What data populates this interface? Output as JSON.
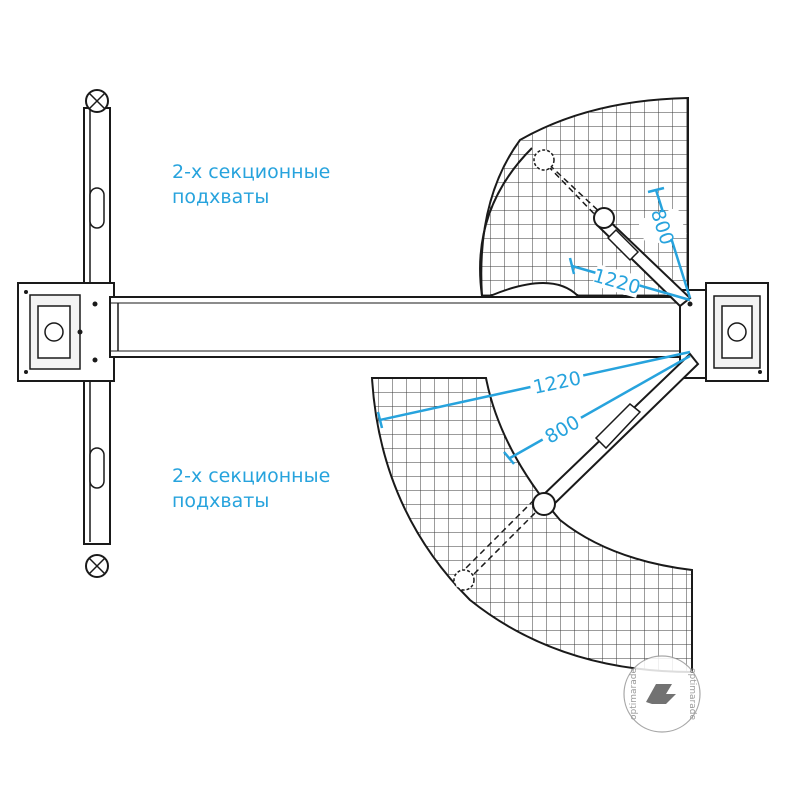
{
  "labels": {
    "top": [
      "2-х секционные",
      "подхваты"
    ],
    "bottom": [
      "2-х секционные",
      "подхваты"
    ]
  },
  "dimensions": {
    "upper_long": "1220",
    "upper_short": "800",
    "lower_long": "1220",
    "lower_short": "800"
  },
  "watermark": {
    "text_left": "optimarade",
    "text_right": "optimarade"
  },
  "colors": {
    "accent": "#27a3dd",
    "line": "#1a1a1a",
    "grid": "#3a3a3a"
  }
}
